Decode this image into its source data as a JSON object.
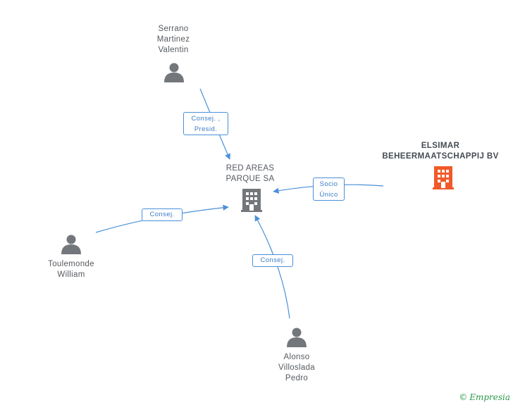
{
  "colors": {
    "edge": "#4a90d9",
    "person": "#73777c",
    "company_target": "#73777c",
    "company_owner": "#f05a28"
  },
  "nodes": {
    "serrano": {
      "label": "Serrano\nMartinez\nValentin",
      "icon": "person-icon"
    },
    "red_areas": {
      "label": "RED AREAS\nPARQUE SA",
      "icon": "building-icon"
    },
    "elsimar": {
      "label_line1": "ELSIMAR",
      "label_line2": "BEHEERMAATSCHAPPIJ BV",
      "icon": "building-icon"
    },
    "toulemonde": {
      "label": "Toulemonde\nWilliam",
      "icon": "person-icon"
    },
    "alonso": {
      "label": "Alonso\nVilloslada\nPedro",
      "icon": "person-icon"
    }
  },
  "edges": {
    "serrano_role": "Consej. ,\nPresid.",
    "elsimar_role": "Socio\nÚnico",
    "toulemonde_role": "Consej.",
    "alonso_role": "Consej."
  },
  "credit": {
    "symbol": "©",
    "brand": "Empresia"
  }
}
